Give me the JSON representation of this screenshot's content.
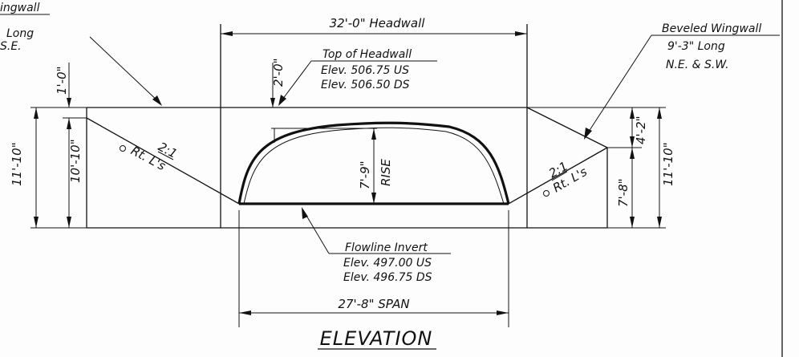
{
  "labels": {
    "left_wingwall_title": "ingwall",
    "left_wingwall_len": "Long",
    "left_wingwall_dir": "S.E.",
    "headwall_width": "32'-0\" Headwall",
    "right_wingwall_title": "Beveled Wingwall",
    "right_wingwall_len": "9'-3\" Long",
    "right_wingwall_dir": "N.E. & S.W.",
    "top_headwall_title": "Top of Headwall",
    "top_elev_us": "Elev. 506.75 US",
    "top_elev_ds": "Elev. 506.50 DS",
    "dim_1_0": "1'-0\"",
    "dim_2_0": "2'-0\"",
    "dim_11_10_left": "11'-10\"",
    "dim_10_10": "10'-10\"",
    "dim_4_2": "4'-2\"",
    "dim_7_8": "7'-8\"",
    "dim_11_10_right": "11'-10\"",
    "rise_dim": "7'-9\"",
    "rise_label": "RISE",
    "slope_left": "2:1",
    "rt_ls_left": "Rt. L's",
    "slope_right": "2:1",
    "rt_ls_right": "Rt. L's",
    "flowline_title": "Flowline Invert",
    "flow_elev_us": "Elev. 497.00 US",
    "flow_elev_ds": "Elev. 496.75 DS",
    "span_dim": "27'-8\" SPAN",
    "view_title": "ELEVATION"
  }
}
